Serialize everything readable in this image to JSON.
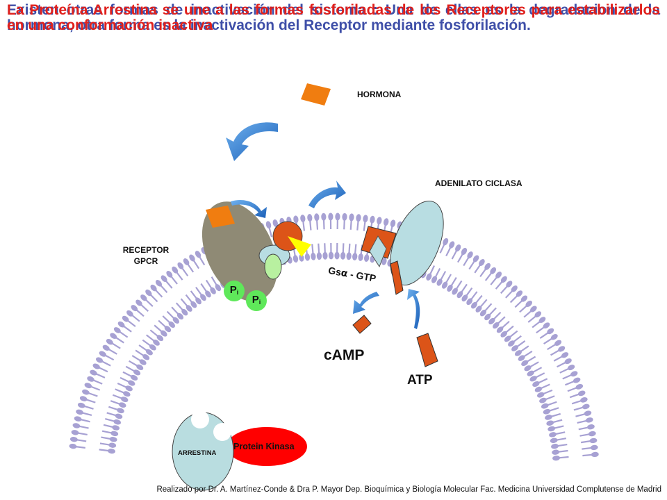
{
  "title": {
    "back": "Existen otras formas de inactivación del sistema : Una de ellas es la degradacion de la hormona, otra forma es la inactivación del Receptor mediante fosforilación.",
    "front": "La Proteína Arrestina se une a las formas fosforiladas de los Receptores para estabilizarlos en una conformación inactiva"
  },
  "labels": {
    "hormona": "HORMONA",
    "adenilato": "ADENILATO CICLASA",
    "receptor_line1": "RECEPTOR",
    "receptor_line2": "GPCR",
    "gs_prefix": "Gs",
    "gs_alpha": "α",
    "gs_suffix": " - GTP",
    "camp": "cAMP",
    "atp": "ATP",
    "pi1": "P",
    "pi1_sub": "i",
    "pi2": "P",
    "pi2_sub": "i",
    "arrestina": "ARRESTINA",
    "kinasa": "Protein Kinasa"
  },
  "colors": {
    "membrane": "#a7a1d3",
    "hormone": "#f07d10",
    "receptor": "#8f8a75",
    "cyclase": "#b8dde2",
    "orange_red": "#dc5418",
    "gprotein_red": "#d4581a",
    "yellow": "#ffff00",
    "light_green": "#b8f0a0",
    "phosphate": "#5fe85a",
    "arrow_blue": "#1f6fc6",
    "arrestina": "#b9dde0",
    "kinasa": "#ff0000",
    "title_blue": "#3f4fa8",
    "title_red": "#e0201c"
  },
  "footer": "Realizado por Dr. A. Martínez-Conde & Dra P. Mayor Dep. Bioquímica y Biología Molecular Fac. Medicina Universidad Complutense de Madrid"
}
